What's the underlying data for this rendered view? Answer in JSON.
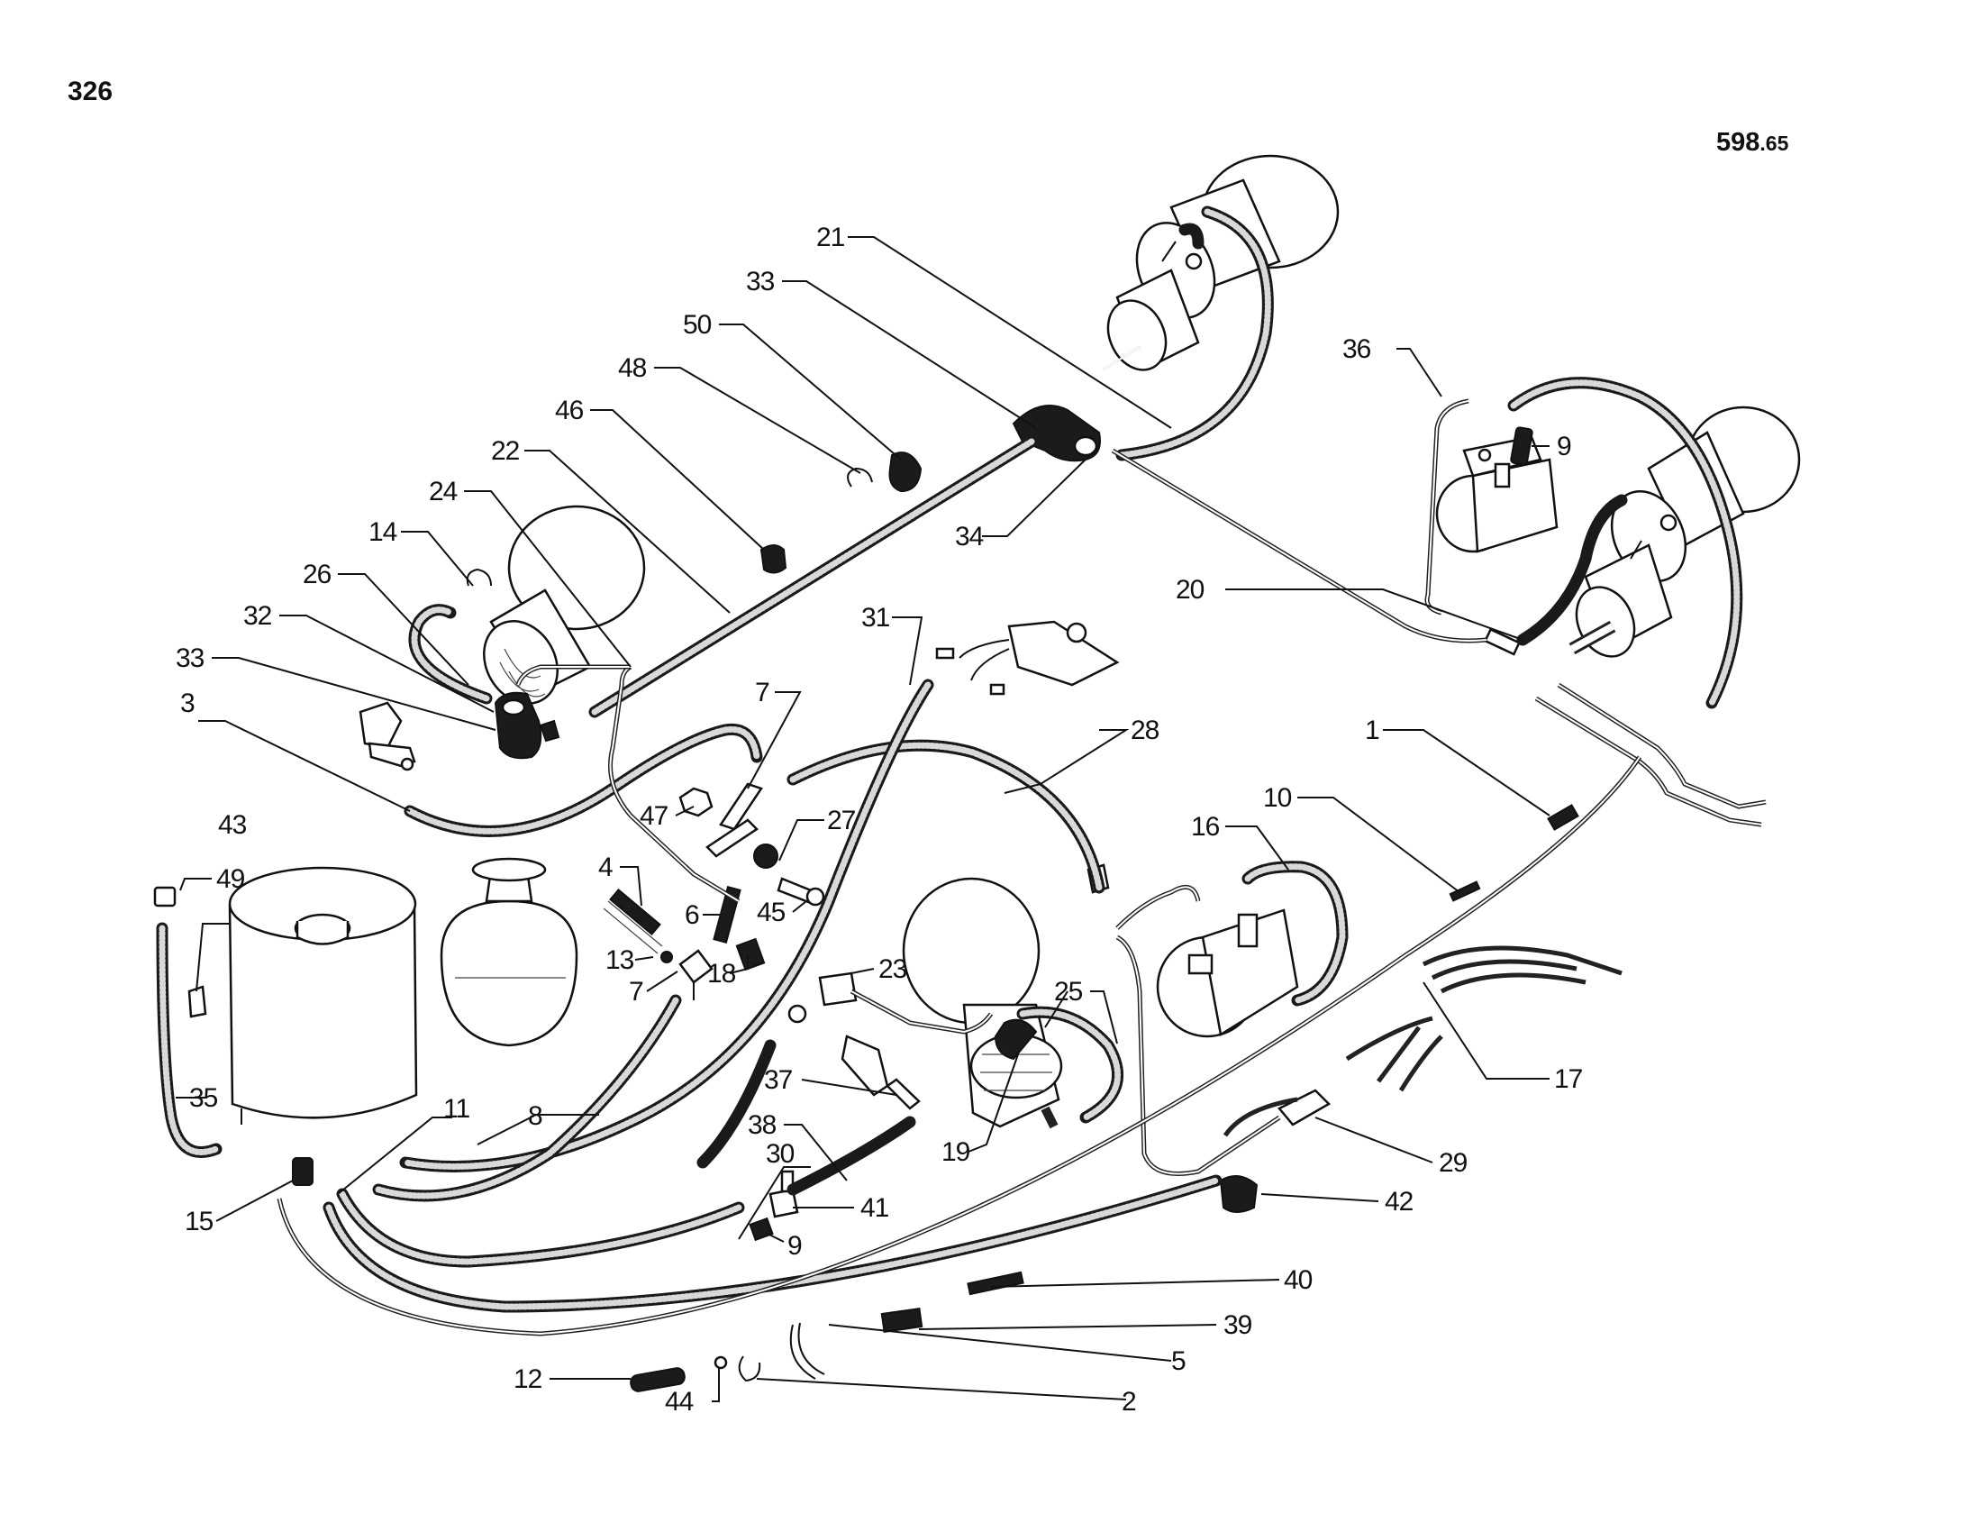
{
  "page": {
    "number": "326",
    "drawing_code_main": "598",
    "drawing_code_suffix": ".65"
  },
  "callouts": [
    {
      "id": "c1",
      "text": "1"
    },
    {
      "id": "c2",
      "text": "2"
    },
    {
      "id": "c3",
      "text": "3"
    },
    {
      "id": "c4",
      "text": "4"
    },
    {
      "id": "c5",
      "text": "5"
    },
    {
      "id": "c6",
      "text": "6"
    },
    {
      "id": "c7a",
      "text": "7"
    },
    {
      "id": "c7b",
      "text": "7"
    },
    {
      "id": "c8",
      "text": "8"
    },
    {
      "id": "c9a",
      "text": "9"
    },
    {
      "id": "c9b",
      "text": "9"
    },
    {
      "id": "c10",
      "text": "10"
    },
    {
      "id": "c11",
      "text": "11"
    },
    {
      "id": "c12",
      "text": "12"
    },
    {
      "id": "c13",
      "text": "13"
    },
    {
      "id": "c14",
      "text": "14"
    },
    {
      "id": "c15",
      "text": "15"
    },
    {
      "id": "c16",
      "text": "16"
    },
    {
      "id": "c17",
      "text": "17"
    },
    {
      "id": "c18",
      "text": "18"
    },
    {
      "id": "c19",
      "text": "19"
    },
    {
      "id": "c20",
      "text": "20"
    },
    {
      "id": "c21",
      "text": "21"
    },
    {
      "id": "c22",
      "text": "22"
    },
    {
      "id": "c23",
      "text": "23"
    },
    {
      "id": "c24",
      "text": "24"
    },
    {
      "id": "c25",
      "text": "25"
    },
    {
      "id": "c26",
      "text": "26"
    },
    {
      "id": "c27",
      "text": "27"
    },
    {
      "id": "c28",
      "text": "28"
    },
    {
      "id": "c29",
      "text": "29"
    },
    {
      "id": "c30",
      "text": "30"
    },
    {
      "id": "c31",
      "text": "31"
    },
    {
      "id": "c32",
      "text": "32"
    },
    {
      "id": "c33a",
      "text": "33"
    },
    {
      "id": "c33b",
      "text": "33"
    },
    {
      "id": "c34",
      "text": "34"
    },
    {
      "id": "c35",
      "text": "35"
    },
    {
      "id": "c36",
      "text": "36"
    },
    {
      "id": "c37",
      "text": "37"
    },
    {
      "id": "c38",
      "text": "38"
    },
    {
      "id": "c39",
      "text": "39"
    },
    {
      "id": "c40",
      "text": "40"
    },
    {
      "id": "c41",
      "text": "41"
    },
    {
      "id": "c42",
      "text": "42"
    },
    {
      "id": "c43",
      "text": "43"
    },
    {
      "id": "c44",
      "text": "44"
    },
    {
      "id": "c45",
      "text": "45"
    },
    {
      "id": "c46",
      "text": "46"
    },
    {
      "id": "c47",
      "text": "47"
    },
    {
      "id": "c48",
      "text": "48"
    },
    {
      "id": "c49",
      "text": "49"
    },
    {
      "id": "c50",
      "text": "50"
    }
  ]
}
